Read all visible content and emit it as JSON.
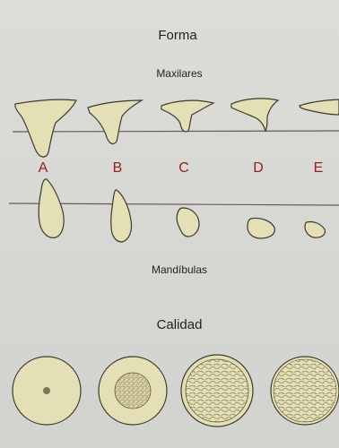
{
  "title": "Forma",
  "maxilla_label": "Maxilares",
  "mandible_label": "Mandíbulas",
  "quality_title": "Calidad",
  "letters": [
    "A",
    "B",
    "C",
    "D",
    "E"
  ]
}
